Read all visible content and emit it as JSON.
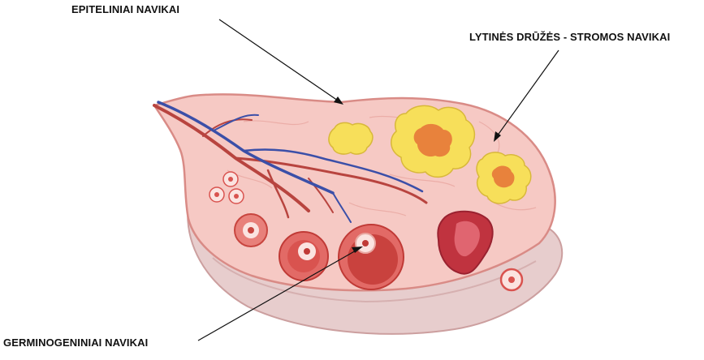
{
  "labels": {
    "epithelial": "EPITELINIAI NAVIKAI",
    "sex_cord_stromal": "LYTINĖS DRŪŽĖS - STROMOS NAVIKAI",
    "germ_cell": "GERMINOGENINIAI NAVIKAI"
  },
  "colors": {
    "background": "#ffffff",
    "ovary_stroma": "#f6c9c4",
    "ovary_outline": "#d98b86",
    "cortex_base": "#e7cdcd",
    "vein_red": "#b8443f",
    "vein_blue": "#3b4fa8",
    "follicle_red": "#d9534f",
    "corpus_luteum_yellow": "#f7df5a",
    "corpus_luteum_core": "#e8823c",
    "corpus_hemorrhagicum": "#c0333f",
    "arrow": "#111111"
  },
  "icons": {
    "ovary": "ovary-cross-section",
    "follicles": "follicle-icons",
    "corpora_lutea": "corpus-luteum-icons"
  }
}
